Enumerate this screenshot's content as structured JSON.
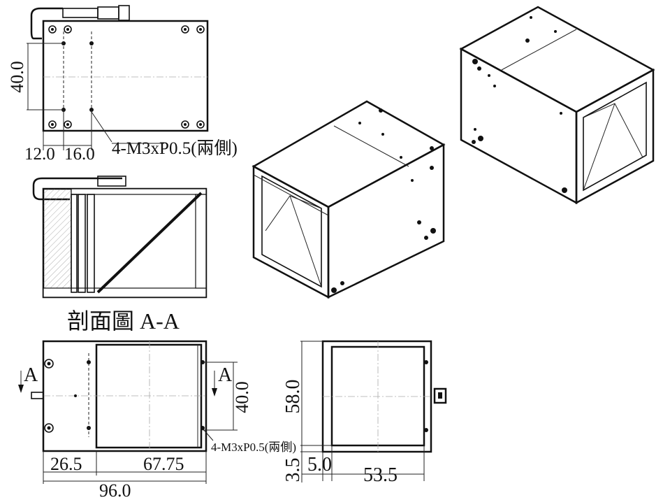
{
  "top_view": {
    "height_dim": "40.0",
    "dim_a": "12.0",
    "dim_b": "16.0",
    "thread_note": "4-M3xP0.5(兩側)"
  },
  "section_view": {
    "title": "剖面圖 A-A"
  },
  "front_view": {
    "section_mark_left": "A",
    "section_mark_right": "A",
    "height_dim": "40.0",
    "thread_note": "4-M3xP0.5(兩側)",
    "dim_left": "26.5",
    "dim_right": "67.75",
    "dim_total": "96.0"
  },
  "side_view": {
    "height_dim": "58.0",
    "dim_bottom": "3.5",
    "dim_wall": "5.0",
    "dim_width": "53.5"
  }
}
